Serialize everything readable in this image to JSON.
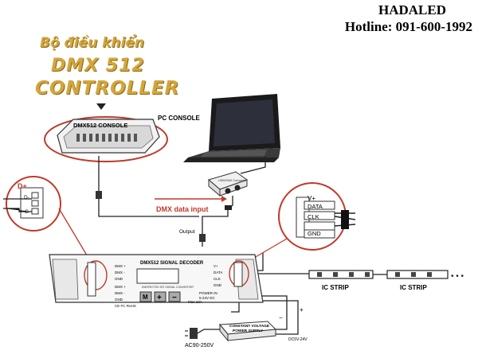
{
  "brand": {
    "name": "HADALED",
    "hotline": "Hotline: 091-600-1992"
  },
  "title": {
    "line1": "Bộ điều khiển",
    "line2": "DMX 512",
    "line3": "CONTROLLER"
  },
  "console": {
    "label": "DMX512 CONSOLE"
  },
  "pc": {
    "label": "PC CONSOLE"
  },
  "converter": {
    "label": "USB/DMX Converter"
  },
  "dmx_input": {
    "label": "DMX data input"
  },
  "output": {
    "label": "Output"
  },
  "dplus": {
    "label": "D+",
    "pins": [
      "D+",
      "D-",
      "G"
    ]
  },
  "right_connector": {
    "pins": [
      "V+",
      "DATA",
      "CLK",
      "GND"
    ]
  },
  "decoder": {
    "title": "DMX512 SIGNAL DECODER",
    "left_pins": [
      "DMX +",
      "DMX -",
      "GND",
      "DMX +",
      "DMX -",
      "GND"
    ],
    "right_pins": [
      "V+",
      "DATA",
      "CLK",
      "GND"
    ],
    "subtitle": "EMSPECTED SPI SIGNAL CONVERTER",
    "buttons": [
      "M",
      "+",
      "−"
    ],
    "power_in": "POWER IN",
    "power_range": "5-24V DC",
    "max": "Max 12A",
    "ce": "CE FC RoHS"
  },
  "strips": {
    "label1": "IC STRIP",
    "label2": "IC STRIP"
  },
  "psu": {
    "label_top": "CONSTANT VOLTAGE",
    "label_bottom": "POWER SUPPLY",
    "ac": "AC90-250V",
    "dc": "DC5V-24V"
  },
  "polarity": {
    "plus": "+",
    "minus": "−"
  }
}
